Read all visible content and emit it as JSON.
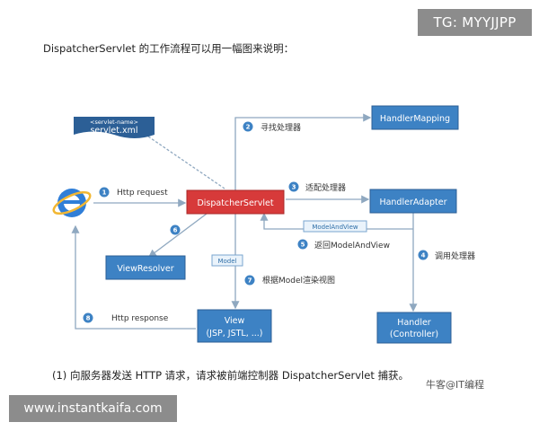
{
  "header": {
    "tg_badge": "TG: MYYJJPP",
    "intro": "DispatcherServlet  的工作流程可以用一幅图来说明："
  },
  "diagram": {
    "servlet_xml": {
      "tag": "<servlet-name>",
      "label": "servlet.xml"
    },
    "dispatcher": "DispatcherServlet",
    "handler_mapping": "HandlerMapping",
    "handler_adapter": "HandlerAdapter",
    "view_resolver": "ViewResolver",
    "view": {
      "line1": "View",
      "line2": "(JSP, JSTL, ...)"
    },
    "handler": {
      "line1": "Handler",
      "line2": "(Controller)"
    },
    "tags": {
      "model_and_view": "ModelAndView",
      "model": "Model"
    },
    "steps": [
      {
        "num": "1",
        "label": "Http request"
      },
      {
        "num": "2",
        "label": "寻找处理器"
      },
      {
        "num": "3",
        "label": "适配处理器"
      },
      {
        "num": "4",
        "label": "调用处理器"
      },
      {
        "num": "5",
        "label": "返回ModelAndView"
      },
      {
        "num": "6",
        "label": ""
      },
      {
        "num": "7",
        "label": "根据Model渲染视图"
      },
      {
        "num": "8",
        "label": "Http response"
      }
    ]
  },
  "body": {
    "step_text": "(1) 向服务器发送 HTTP 请求，请求被前端控制器 DispatcherServlet 捕获。",
    "watermark": "牛客@IT编程"
  },
  "footer": {
    "site": "www.instantkaifa.com"
  },
  "colors": {
    "box_blue": "#3d82c4",
    "box_red": "#d73a3a",
    "arrow": "#8fa8c0",
    "badge_gray": "#8c8c8c"
  }
}
